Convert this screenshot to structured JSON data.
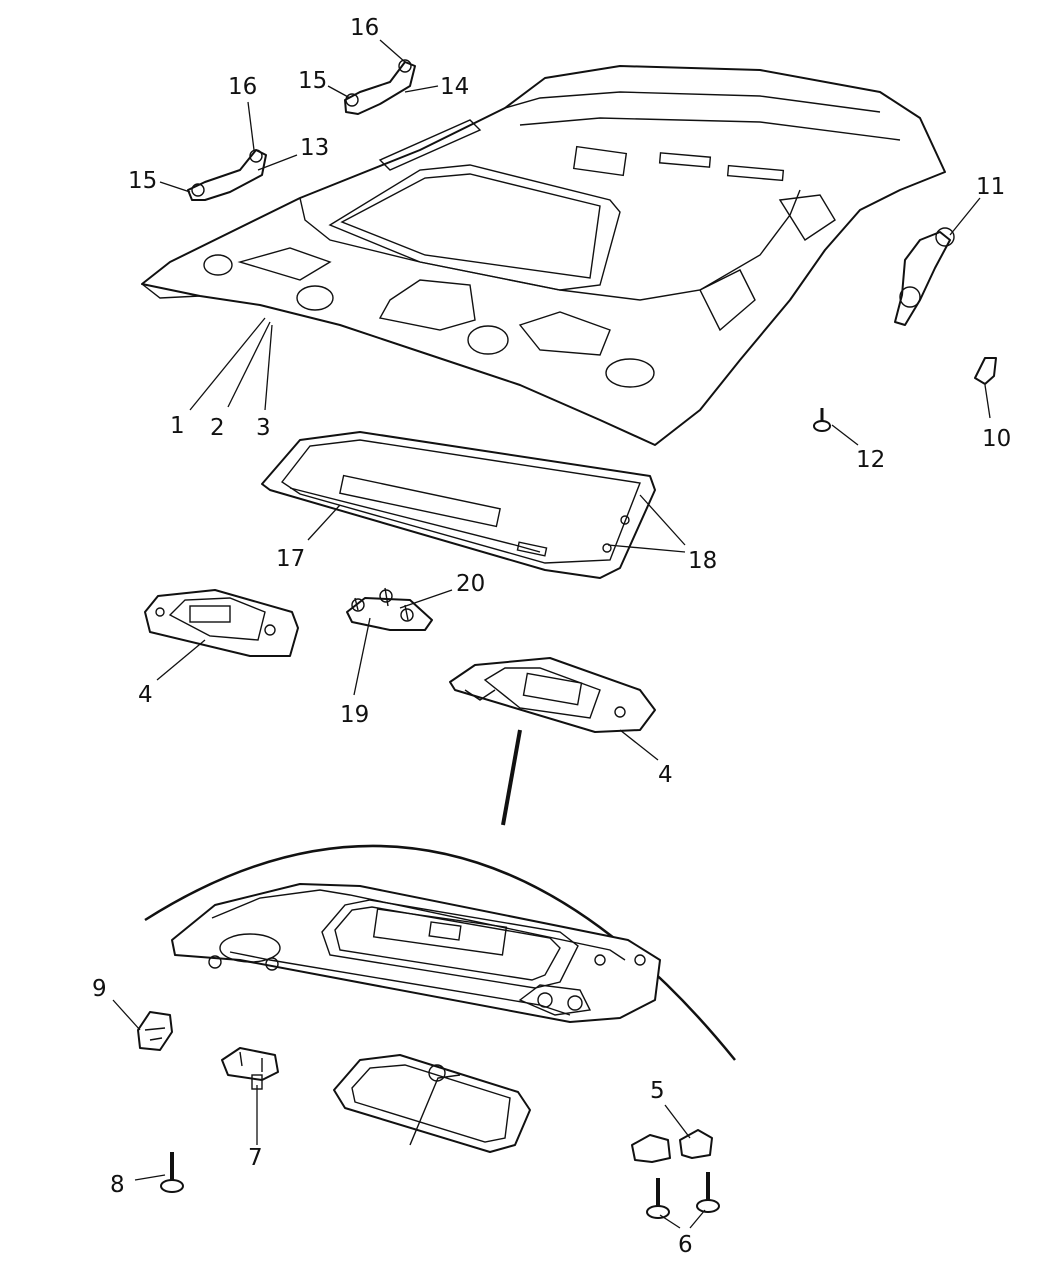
{
  "diagram": {
    "callouts": [
      "1",
      "2",
      "3",
      "4",
      "4",
      "5",
      "6",
      "7",
      "8",
      "9",
      "10",
      "11",
      "12",
      "13",
      "14",
      "15",
      "15",
      "16",
      "16",
      "17",
      "18",
      "19",
      "20"
    ],
    "parts": [
      "headliner",
      "sunroof-trim-ring",
      "sunroof-plate-left",
      "bezel-bracket",
      "sunroof-plate-right",
      "detail-magnifier-arc",
      "sunroof-plate-detail",
      "sunroof-lens-cover",
      "clip-9",
      "retainer-7",
      "screw-8",
      "clips-5",
      "screws-6",
      "grab-handle-13",
      "grab-handle-14",
      "pillar-clip-11",
      "clip-10",
      "screw-12"
    ]
  }
}
